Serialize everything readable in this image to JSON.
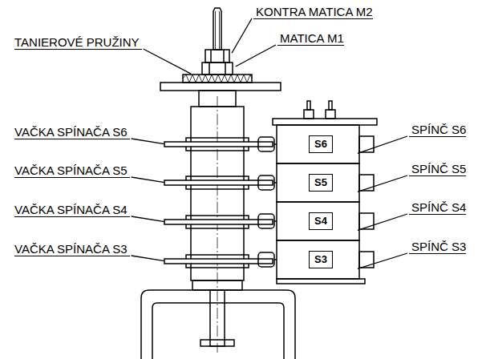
{
  "diagram": {
    "nodes": [
      {
        "text": [
          "S6"
        ]
      },
      {
        "text": [
          "S5"
        ]
      },
      {
        "text": [
          "S4"
        ]
      },
      {
        "text": [
          "S3"
        ]
      }
    ],
    "labels": [
      "KONTRA MATICA M2",
      "MATICA M1",
      "TANIEROVÉ PRUŽINY",
      "VAČKA SPÍNAČA S6",
      "SPÍNČ S6",
      "VAČKA SPÍNAČA S5",
      "SPÍNČ S5",
      "VAČKA SPÍNAČA S4",
      "SPÍNČ S4",
      "VAČKA SPÍNAČA S3",
      "SPÍNČ S3"
    ]
  }
}
